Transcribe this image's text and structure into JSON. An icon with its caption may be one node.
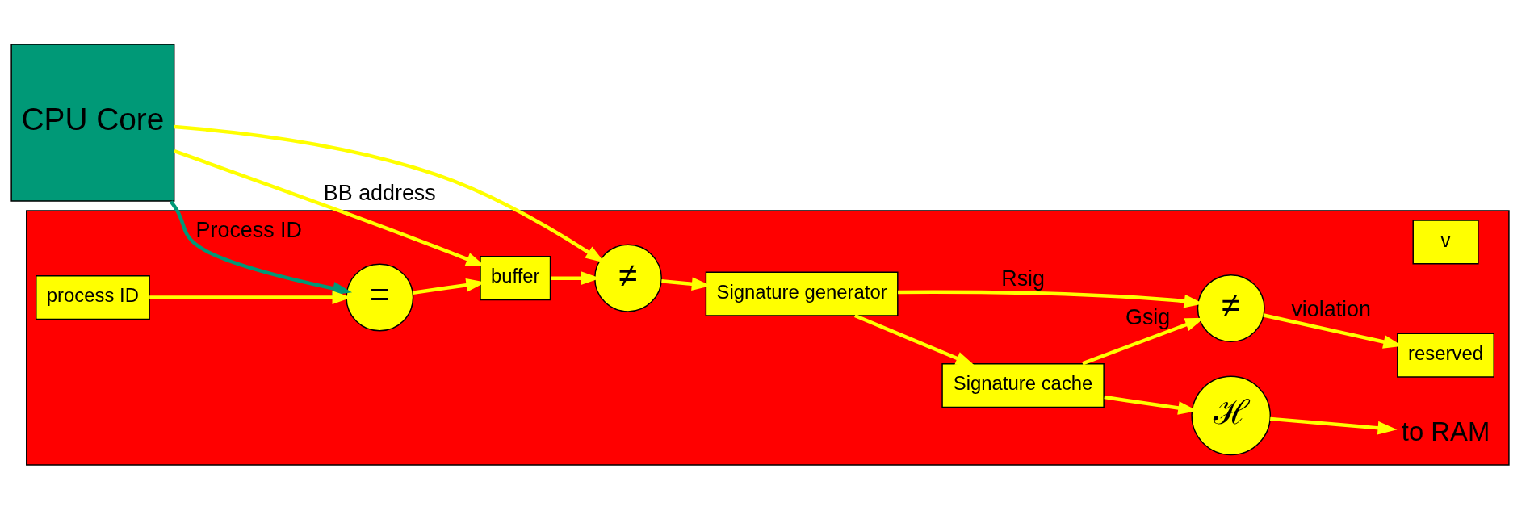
{
  "diagram": {
    "nodes": [
      {
        "text": [
          "CPU Core"
        ]
      },
      {
        "text": [],
        "shape": "box"
      },
      {
        "text": [
          "="
        ],
        "in": 1
      },
      {
        "text": [
          "buffer"
        ],
        "in": 1
      },
      {
        "text": [
          "≠"
        ],
        "in": 1
      },
      {
        "text": [
          "Signature generator"
        ],
        "in": 1
      },
      {
        "text": [
          "Signature cache"
        ],
        "in": 1
      },
      {
        "text": [
          "ℋ"
        ],
        "in": 1
      },
      {
        "text": [
          "≠"
        ],
        "in": 1
      },
      {
        "text": [
          "process ID"
        ],
        "in": 1
      },
      {
        "text": [
          "reserved"
        ],
        "in": 1
      },
      {
        "text": [
          "v"
        ],
        "in": 1
      },
      {
        "text": [
          "to RAM"
        ],
        "in": 1
      }
    ],
    "edges": [
      {
        "from": 0,
        "to": 3,
        "arrow": "to",
        "label": "BB address"
      },
      {
        "from": 0,
        "to": 4,
        "arrow": "to"
      },
      {
        "from": 0,
        "to": 2,
        "arrow": "to",
        "label": "Process ID",
        "color": "#009977"
      },
      {
        "from": 9,
        "to": 2,
        "arrow": "to"
      },
      {
        "from": 2,
        "to": 3,
        "arrow": "to"
      },
      {
        "from": 3,
        "to": 4,
        "arrow": "to"
      },
      {
        "from": 4,
        "to": 5,
        "arrow": "to"
      },
      {
        "from": 5,
        "to": 6,
        "arrow": "to"
      },
      {
        "from": 6,
        "to": 7,
        "arrow": "to"
      },
      {
        "from": 7,
        "to": 12,
        "arrow": "to"
      },
      {
        "from": 6,
        "to": 8,
        "arrow": "to",
        "label": "Gsig"
      },
      {
        "from": 5,
        "to": 8,
        "arrow": "to",
        "label": "Rsig"
      },
      {
        "from": 8,
        "to": 10,
        "arrow": "to",
        "label": "violation"
      }
    ]
  }
}
